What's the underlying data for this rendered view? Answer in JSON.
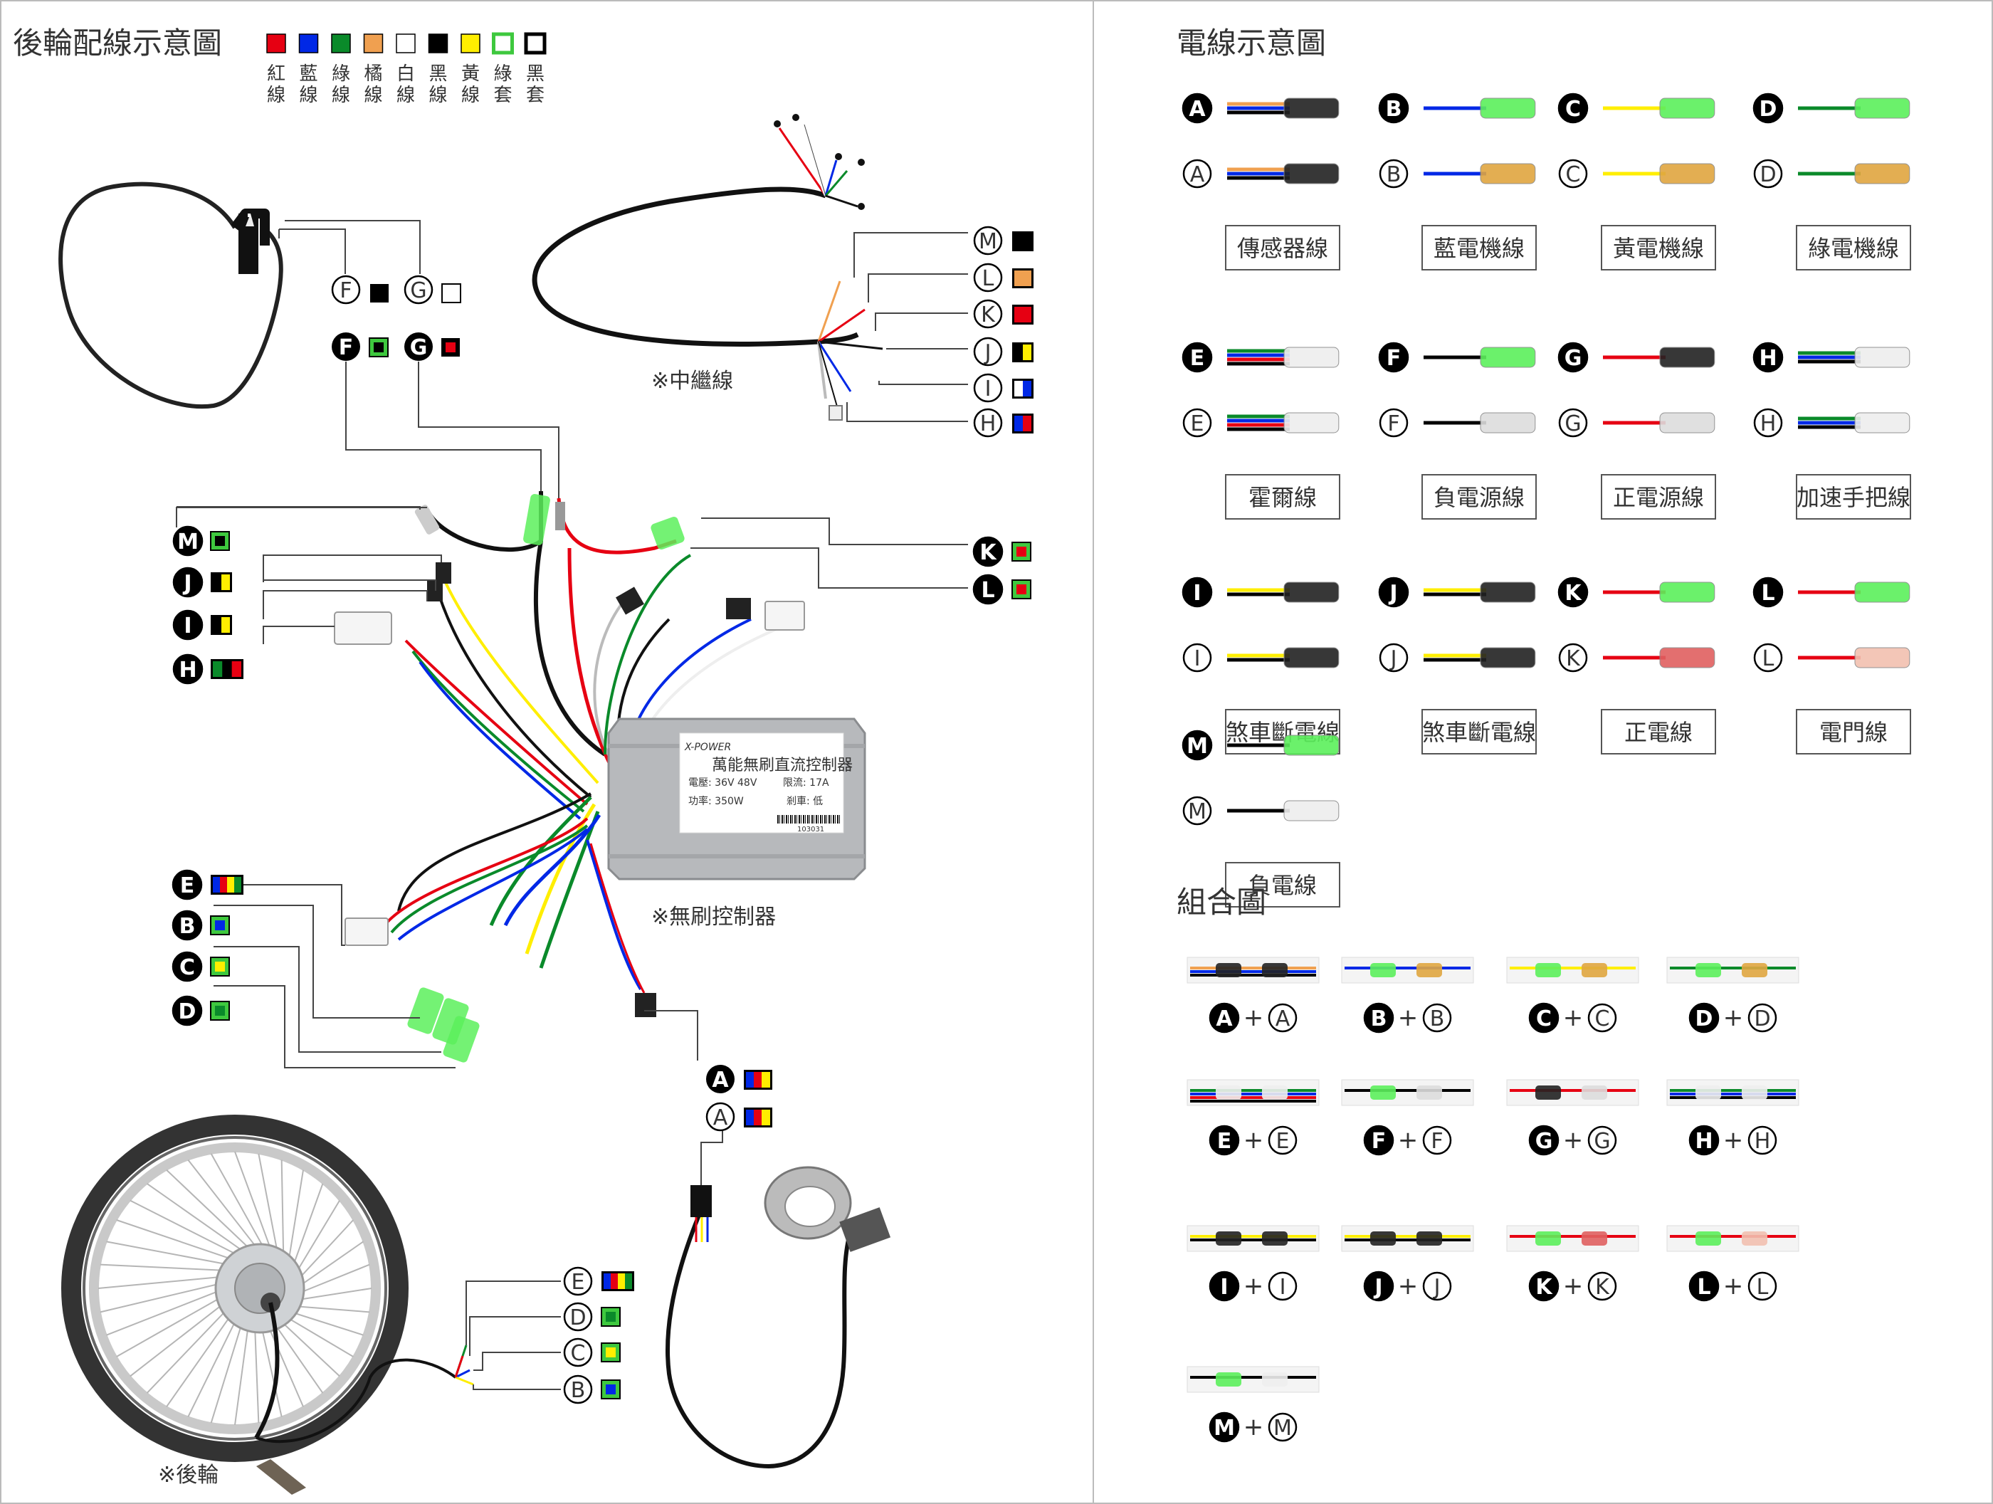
{
  "left": {
    "title": "後輪配線示意圖",
    "legend": [
      {
        "label1": "紅",
        "label2": "線",
        "color": "#e60012",
        "kind": "solid"
      },
      {
        "label1": "藍",
        "label2": "線",
        "color": "#0028e6",
        "kind": "solid"
      },
      {
        "label1": "綠",
        "label2": "線",
        "color": "#0a8a2a",
        "kind": "solid"
      },
      {
        "label1": "橘",
        "label2": "線",
        "color": "#f0a050",
        "kind": "solid"
      },
      {
        "label1": "白",
        "label2": "線",
        "color": "#ffffff",
        "kind": "solid"
      },
      {
        "label1": "黑",
        "label2": "線",
        "color": "#000000",
        "kind": "solid"
      },
      {
        "label1": "黃",
        "label2": "線",
        "color": "#ffee00",
        "kind": "solid"
      },
      {
        "label1": "綠",
        "label2": "套",
        "color": "#3ec83e",
        "kind": "sleeve"
      },
      {
        "label1": "黑",
        "label2": "套",
        "color": "#000000",
        "kind": "sleeve"
      }
    ],
    "relay_caption": "※中繼線",
    "controller_caption": "※無刷控制器",
    "wheel_caption": "※後輪",
    "controller_label": {
      "brand": "X-POWER",
      "name": "萬能無刷直流控制器",
      "voltage": "電壓: 36V 48V",
      "current": "限流: 17A",
      "power": "功率: 350W",
      "brake": "剎車: 低",
      "serial": "103031"
    }
  },
  "right": {
    "title": "電線示意圖",
    "combo_title": "組合圖",
    "wire_groups": [
      {
        "name": "傳感器線"
      },
      {
        "name": "藍電機線"
      },
      {
        "name": "黃電機線"
      },
      {
        "name": "綠電機線"
      },
      {
        "name": "霍爾線"
      },
      {
        "name": "負電源線"
      },
      {
        "name": "正電源線"
      },
      {
        "name": "加速手把線"
      },
      {
        "name": "煞車斷電線"
      },
      {
        "name": "煞車斷電線"
      },
      {
        "name": "正電線"
      },
      {
        "name": "電門線"
      },
      {
        "name": "負電線"
      }
    ],
    "combos": [
      "A",
      "B",
      "C",
      "D",
      "E",
      "F",
      "G",
      "H",
      "I",
      "J",
      "K",
      "L",
      "M"
    ],
    "plus": "+"
  },
  "letters": [
    "A",
    "B",
    "C",
    "D",
    "E",
    "F",
    "G",
    "H",
    "I",
    "J",
    "K",
    "L",
    "M"
  ],
  "colors": {
    "red": "#e60012",
    "blue": "#0028e6",
    "green": "#0a8a2a",
    "orange": "#f0a050",
    "yellow": "#ffee00",
    "sleeve": "#3ec83e",
    "black": "#000000",
    "white": "#ffffff",
    "divider": "#bbbbbb"
  }
}
